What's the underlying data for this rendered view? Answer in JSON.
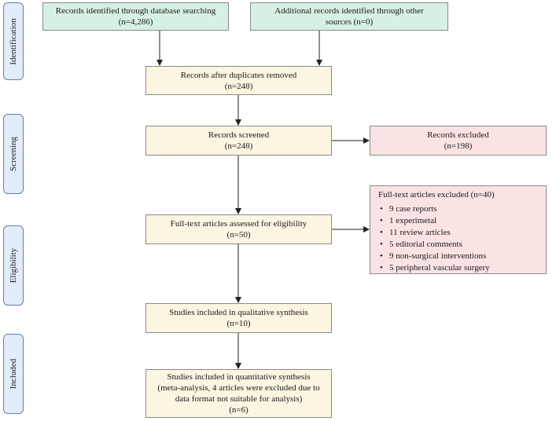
{
  "phases": [
    {
      "id": "identification",
      "label": "Identification"
    },
    {
      "id": "screening",
      "label": "Screening"
    },
    {
      "id": "eligibility",
      "label": "Eligibility"
    },
    {
      "id": "included",
      "label": "Included"
    }
  ],
  "boxes": {
    "database_records": {
      "line1": "Records identified through database searching",
      "line2": "(n=4,286)"
    },
    "additional_records": {
      "line1": "Additional records identified through other",
      "line2": "sources (n=0)"
    },
    "after_duplicates": {
      "line1": "Records after duplicates removed",
      "line2": "(n=248)"
    },
    "screened": {
      "line1": "Records screened",
      "line2": "(n=248)"
    },
    "excluded": {
      "line1": "Records excluded",
      "line2": "(n=198)"
    },
    "fulltext_assessed": {
      "line1": "Full-text articles assessed for eligibility",
      "line2": "(n=50)"
    },
    "fulltext_excluded": {
      "title": "Full-text articles excluded (n=40)",
      "items": [
        "9 case reports",
        "1 experimetal",
        "11 review articles",
        "5 editorial comments",
        "9 non-surgical interventions",
        "5 peripheral vascular surgery"
      ]
    },
    "qualitative": {
      "line1": "Studies included in qualitative synthesis",
      "line2": "(n=10)"
    },
    "quantitative": {
      "line1": "Studies included in quantitative synthesis",
      "line2": "(meta-analysis, 4 articles were excluded due to",
      "line3": "data format not suitable for analysis)",
      "line4": "(n=6)"
    }
  },
  "colors": {
    "identification_box": "#d7f0e4",
    "process_box": "#fbf5e2",
    "excluded_box": "#fbe3e4",
    "phase_label": "#e3ecf9",
    "phase_border": "#5f7fb3"
  }
}
